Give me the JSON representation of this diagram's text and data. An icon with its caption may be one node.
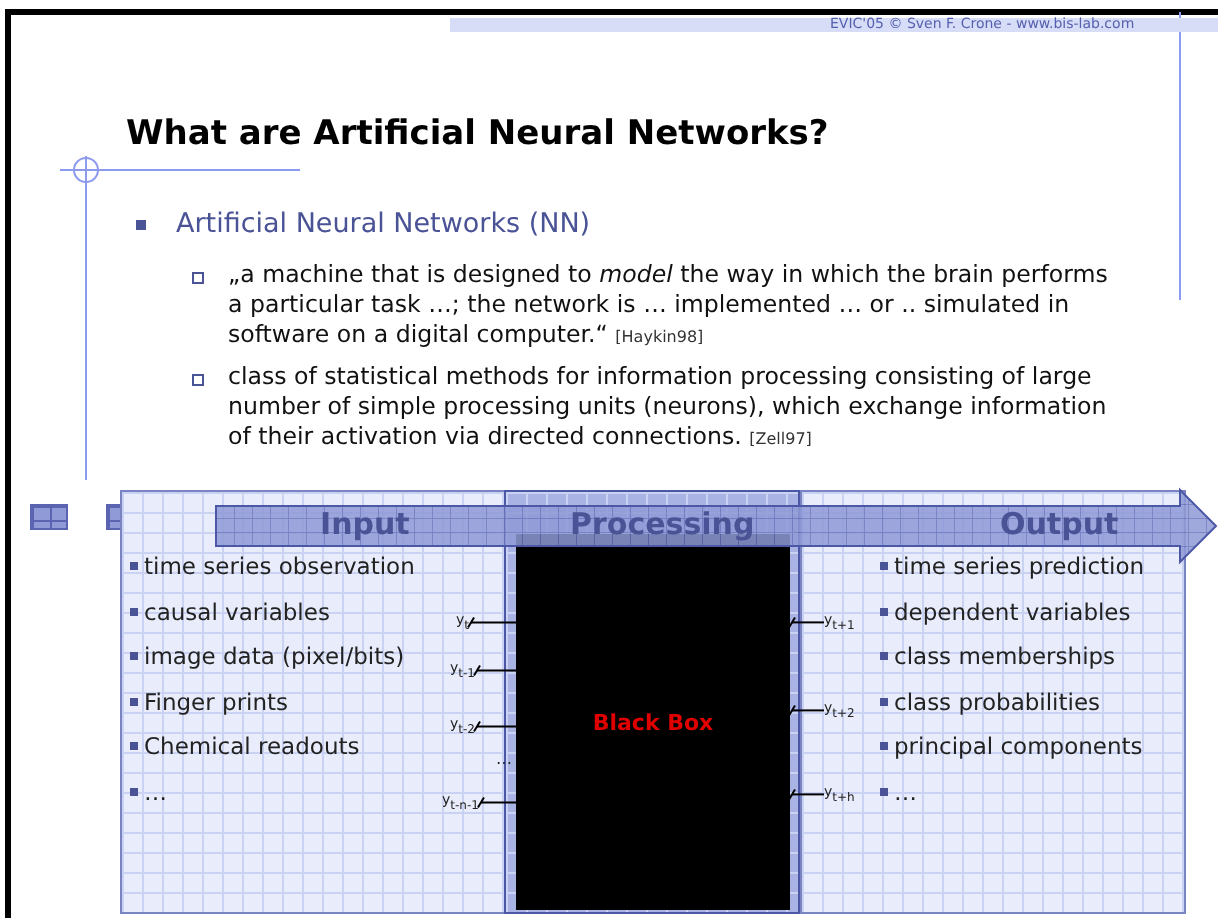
{
  "diagram": {
    "title": "What are Artificial Neural Networks?",
    "nodes": [
      {
        "text": [
          "Input",
          "time series observation",
          "causal variables",
          "image data (pixel/bits)",
          "Finger prints",
          "Chemical readouts",
          "…"
        ]
      },
      {
        "text": [
          "Processing"
        ]
      },
      {
        "text": [
          "Output",
          "time series prediction",
          "dependent variables",
          "class memberships",
          "class probabilities",
          "principal components",
          "…"
        ]
      },
      {
        "text": [
          "Black Box"
        ],
        "in": 1
      },
      {
        "text": [
          "y$_{t}$"
        ],
        "in": 0
      },
      {
        "text": [
          "y$_{t-1}$"
        ],
        "in": 0
      },
      {
        "text": [
          "y$_{t-2}$"
        ],
        "in": 0
      },
      {
        "text": [
          "y$_{t-n-1}$"
        ],
        "in": 0
      },
      {
        "text": [
          "y$_{t+1}$"
        ],
        "in": 2
      },
      {
        "text": [
          "y$_{t+2}$"
        ],
        "in": 2
      },
      {
        "text": [
          "y$_{t+h}$"
        ],
        "in": 2
      }
    ],
    "edges": [
      {
        "from": 4,
        "to": 3,
        "arrow": "other"
      },
      {
        "from": 5,
        "to": 3,
        "arrow": "other"
      },
      {
        "from": 6,
        "to": 3,
        "arrow": "other"
      },
      {
        "from": 7,
        "to": 3,
        "arrow": "other"
      },
      {
        "from": 3,
        "to": 8,
        "arrow": "other"
      },
      {
        "from": 3,
        "to": 9,
        "arrow": "other"
      },
      {
        "from": 3,
        "to": 10,
        "arrow": "other"
      }
    ],
    "labels": [
      "EVIC'05 © Sven F. Crone - www.bis-lab.com",
      "Artificial Neural Networks (NN)",
      "„a machine that is designed to *model* the way in which the brain performs a particular task …; the network is … implemented … or .. simulated in software on a digital computer.“",
      "[Haykin98]",
      "class of statistical methods for information processing consisting of large number of simple processing units (neurons), which exchange information of their activation via directed connections.",
      "[Zell97]",
      "…"
    ]
  }
}
